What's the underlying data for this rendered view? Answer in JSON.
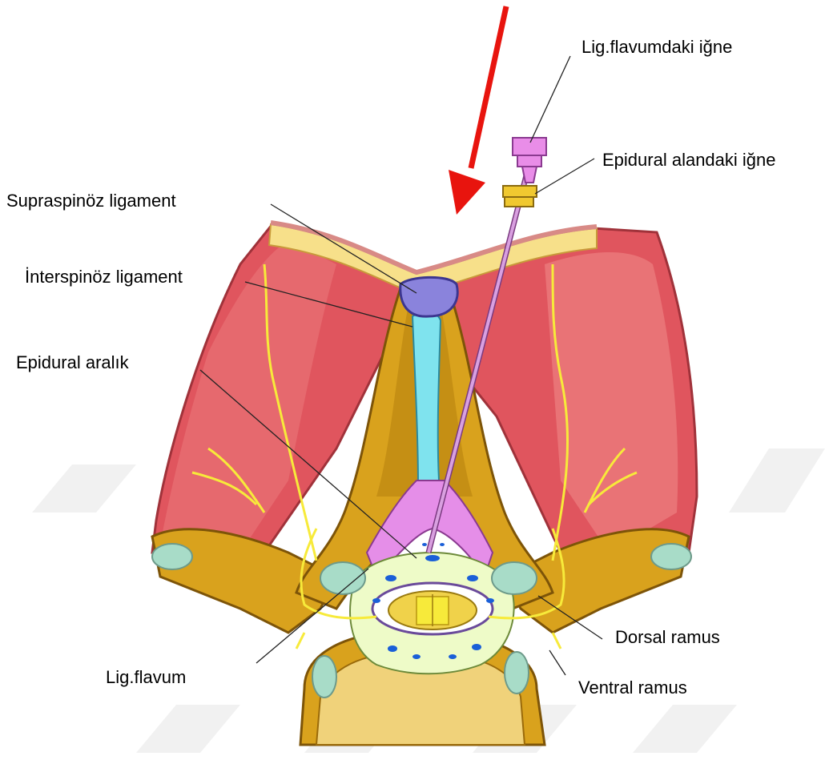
{
  "labels": {
    "lig_flavum_needle": "Lig.flavumdaki  iğne",
    "epidural_space_needle": "Epidural  alandaki  iğne",
    "supraspinous": "Supraspinöz ligament",
    "interspinous": "İnterspinöz ligament",
    "epidural_space": "Epidural aralık",
    "lig_flavum": "Lig.flavum",
    "dorsal_ramus": "Dorsal ramus",
    "ventral_ramus": "Ventral ramus"
  },
  "colors": {
    "arrow": "#e8140e",
    "muscle": "#e0555e",
    "muscle_light": "#f08c8a",
    "fat": "#f7e08a",
    "bone": "#d9a21d",
    "bone_dark": "#9a6a0a",
    "supraspinous": "#8a83dc",
    "interspinous": "#7fe3ee",
    "flavum": "#e58ee8",
    "epidural_fat": "#eefbc8",
    "vessel": "#1a5fd8",
    "nerve": "#f7ea3a",
    "disc": "#a8dcc8",
    "needle": "#d9a0e0",
    "hub": "#e98de8",
    "hub2": "#f0c830"
  }
}
